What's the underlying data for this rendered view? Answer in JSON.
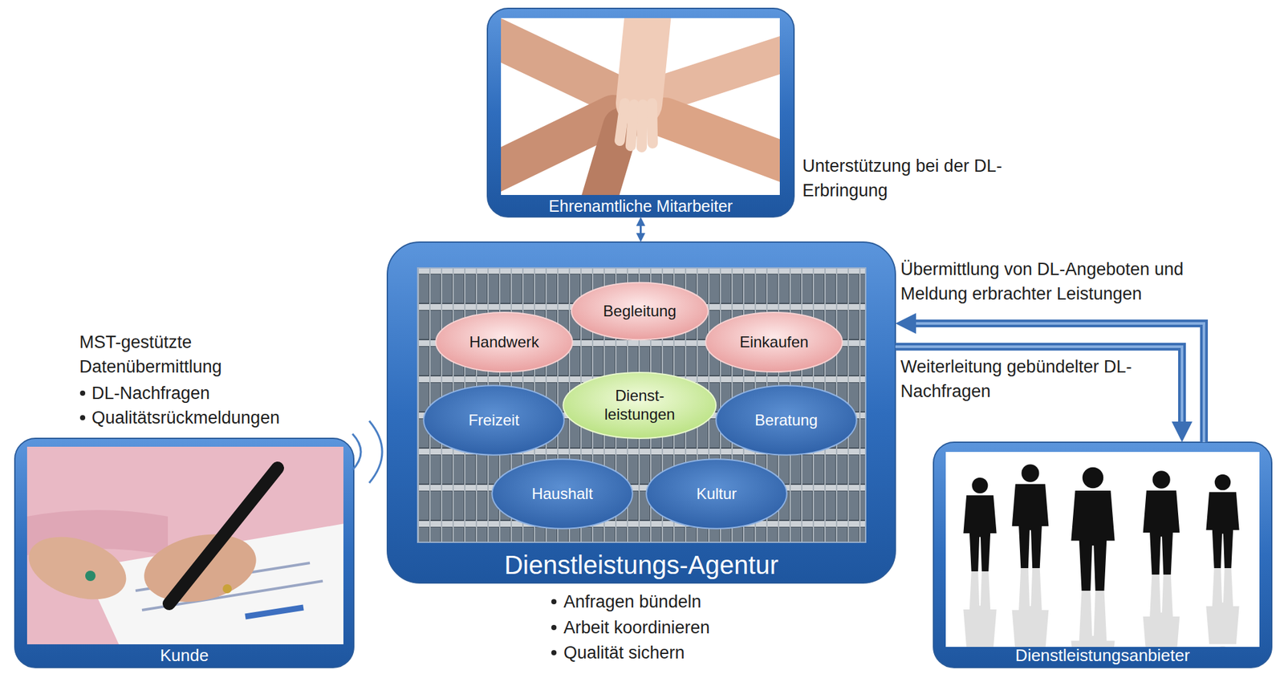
{
  "diagram": {
    "nodes": [
      {
        "text": [
          "Ehrenamtliche Mitarbeiter"
        ]
      },
      {
        "text": [
          "Dienstleistungs-Agentur"
        ]
      },
      {
        "text": [
          "Begleitung"
        ],
        "in": 1
      },
      {
        "text": [
          "Handwerk"
        ],
        "in": 1
      },
      {
        "text": [
          "Einkaufen"
        ],
        "in": 1
      },
      {
        "text": [
          "Dienst- leistungen"
        ],
        "in": 1
      },
      {
        "text": [
          "Freizeit"
        ],
        "in": 1
      },
      {
        "text": [
          "Beratung"
        ],
        "in": 1
      },
      {
        "text": [
          "Haushalt"
        ],
        "in": 1
      },
      {
        "text": [
          "Kultur"
        ],
        "in": 1
      },
      {
        "text": [
          "Kunde"
        ]
      },
      {
        "text": [
          "Dienstleistungsanbieter"
        ]
      }
    ],
    "edges": [
      {
        "from": 0,
        "to": 1,
        "arrow": "both"
      },
      {
        "from": 11,
        "to": 1,
        "label": "Übermittlung von DL-Angeboten und Meldung erbrachter Leistungen",
        "arrow": "to"
      },
      {
        "from": 1,
        "to": 11,
        "label": "Weiterleitung gebündelter DL-Nachfragen",
        "arrow": "to"
      }
    ],
    "labels": [
      "Unterstützung bei der DL-Erbringung",
      "MST-gestützte Datenübermittlung",
      "DL-Nachfragen",
      "Qualitätsrückmeldungen",
      "Anfragen bündeln",
      "Arbeit koordinieren",
      "Qualität sichern"
    ]
  }
}
